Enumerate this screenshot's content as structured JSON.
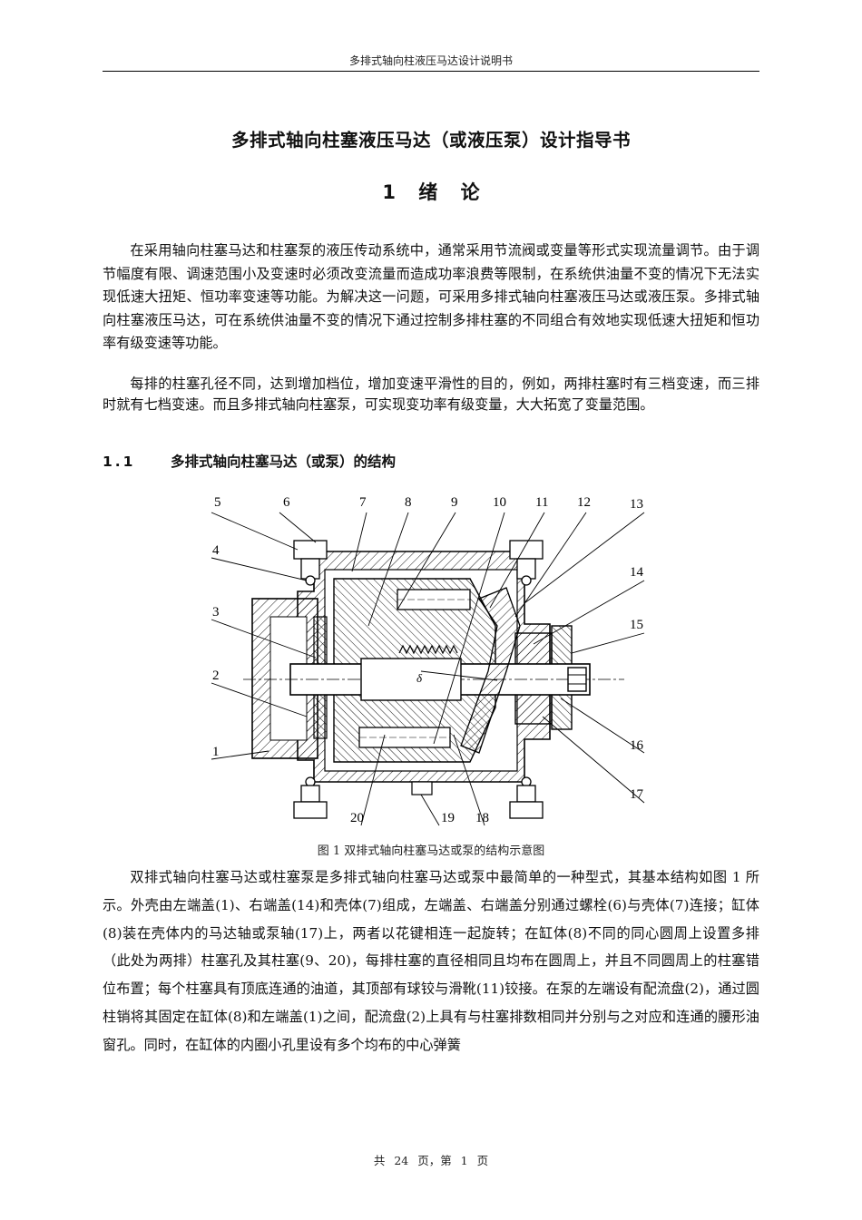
{
  "header": {
    "running_title": "多排式轴向柱液压马达设计说明书"
  },
  "title": "多排式轴向柱塞液压马达（或液压泵）设计指导书",
  "chapter": {
    "title": "1  绪  论"
  },
  "paragraphs": {
    "p1": "在采用轴向柱塞马达和柱塞泵的液压传动系统中，通常采用节流阀或变量等形式实现流量调节。由于调节幅度有限、调速范围小及变速时必须改变流量而造成功率浪费等限制，在系统供油量不变的情况下无法实现低速大扭矩、恒功率变速等功能。为解决这一问题，可采用多排式轴向柱塞液压马达或液压泵。多排式轴向柱塞液压马达，可在系统供油量不变的情况下通过控制多排柱塞的不同组合有效地实现低速大扭矩和恒功率有级变速等功能。",
    "p2": "每排的柱塞孔径不同，达到增加档位，增加变速平滑性的目的，例如，两排柱塞时有三档变速，而三排时就有七档变速。而且多排式轴向柱塞泵，可实现变功率有级变量，大大拓宽了变量范围。",
    "p3": "双排式轴向柱塞马达或柱塞泵是多排式轴向柱塞马达或泵中最简单的一种型式，其基本结构如图 1 所示。外壳由左端盖(1)、右端盖(14)和壳体(7)组成，左端盖、右端盖分别通过螺栓(6)与壳体(7)连接；缸体(8)装在壳体内的马达轴或泵轴(17)上，两者以花键相连一起旋转；在缸体(8)不同的同心圆周上设置多排（此处为两排）柱塞孔及其柱塞(9、20)，每排柱塞的直径相同且均布在圆周上，并且不同圆周上的柱塞错位布置；每个柱塞具有顶底连通的油道，其顶部有球铰与滑靴(11)铰接。在泵的左端设有配流盘(2)，通过圆柱销将其固定在缸体(8)和左端盖(1)之间，配流盘(2)上具有与柱塞排数相同并分别与之对应和连通的腰形油窗孔。同时，在缸体的内圈小孔里设有多个均布的中心弹簧"
  },
  "section": {
    "number": "1.1",
    "title": "多排式轴向柱塞马达（或泵）的结构"
  },
  "figure": {
    "labels": [
      "1",
      "2",
      "3",
      "4",
      "5",
      "6",
      "7",
      "8",
      "9",
      "10",
      "11",
      "12",
      "13",
      "14",
      "15",
      "16",
      "17",
      "18",
      "19",
      "20"
    ],
    "angle_label": "δ",
    "caption": "图 1  双排式轴向柱塞马达或泵的结构示意图"
  },
  "footer": {
    "text": "共 24 页，第 1 页"
  }
}
